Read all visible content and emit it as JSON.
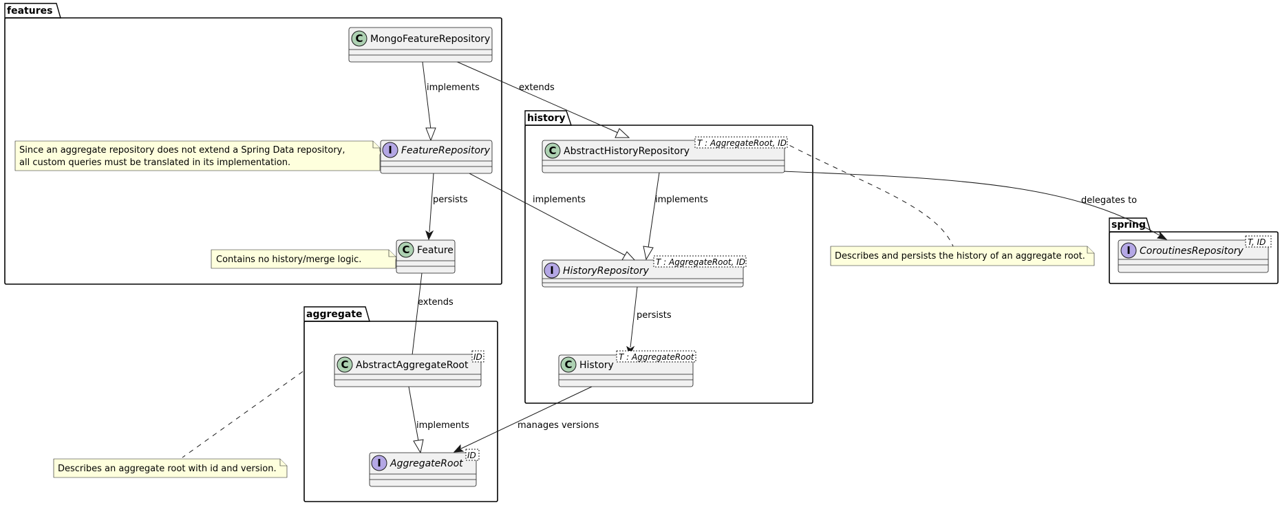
{
  "packages": {
    "features": "features",
    "history": "history",
    "aggregate": "aggregate",
    "spring": "spring"
  },
  "classes": {
    "mongo_feature_repository": {
      "name": "MongoFeatureRepository",
      "kind": "C"
    },
    "feature_repository": {
      "name": "FeatureRepository",
      "kind": "I"
    },
    "feature": {
      "name": "Feature",
      "kind": "C"
    },
    "abstract_history_repository": {
      "name": "AbstractHistoryRepository",
      "kind": "C",
      "generic": "T : AggregateRoot, ID"
    },
    "history_repository": {
      "name": "HistoryRepository",
      "kind": "I",
      "generic": "T : AggregateRoot, ID"
    },
    "history": {
      "name": "History",
      "kind": "C",
      "generic": "T : AggregateRoot"
    },
    "abstract_aggregate_root": {
      "name": "AbstractAggregateRoot",
      "kind": "C",
      "generic": "ID"
    },
    "aggregate_root": {
      "name": "AggregateRoot",
      "kind": "I",
      "generic": "ID"
    },
    "coroutines_repository": {
      "name": "CoroutinesRepository",
      "kind": "I",
      "generic": "T, ID"
    }
  },
  "notes": {
    "feature_repository_line1": "Since an aggregate repository does not extend a Spring Data repository,",
    "feature_repository_line2": "all custom queries must be translated in its implementation.",
    "feature": "Contains no history/merge logic.",
    "history": "Describes and persists the history of an aggregate root.",
    "aggregate": "Describes an aggregate root with id and version."
  },
  "edge_labels": {
    "mongo_implements": "implements",
    "mongo_extends": "extends",
    "feature_repo_persists": "persists",
    "feature_repo_implements": "implements",
    "abstract_history_implements": "implements",
    "delegates_to": "delegates to",
    "history_repo_persists": "persists",
    "feature_extends": "extends",
    "abstract_aggregate_implements": "implements",
    "manages_versions": "manages versions"
  }
}
